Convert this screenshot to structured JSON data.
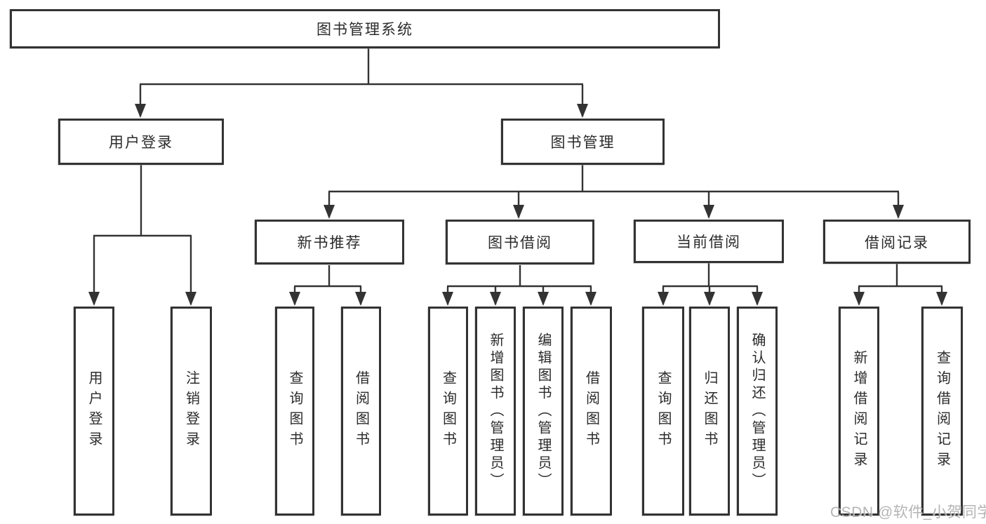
{
  "tree": {
    "label": "图书管理系统",
    "children": [
      {
        "label": "用户登录",
        "children": [
          {
            "label": "用户登录"
          },
          {
            "label": "注销登录"
          }
        ]
      },
      {
        "label": "图书管理",
        "children": [
          {
            "label": "新书推荐",
            "children": [
              {
                "label": "查询图书"
              },
              {
                "label": "借阅图书"
              }
            ]
          },
          {
            "label": "图书借阅",
            "children": [
              {
                "label": "查询图书"
              },
              {
                "label": "新增图书（管理员）"
              },
              {
                "label": "编辑图书（管理员）"
              },
              {
                "label": "借阅图书"
              }
            ]
          },
          {
            "label": "当前借阅",
            "children": [
              {
                "label": "查询图书"
              },
              {
                "label": "归还图书"
              },
              {
                "label": "确认归还（管理员）"
              }
            ]
          },
          {
            "label": "借阅记录",
            "children": [
              {
                "label": "新增借阅记录"
              },
              {
                "label": "查询借阅记录"
              }
            ]
          }
        ]
      }
    ]
  },
  "watermark": {
    "text": "CSDN @软件_小贺同学"
  },
  "colors": {
    "line": "#333333",
    "box_border": "#333333",
    "text": "#2b2b2b",
    "background": "#ffffff",
    "watermark": "#a8a8a8"
  }
}
